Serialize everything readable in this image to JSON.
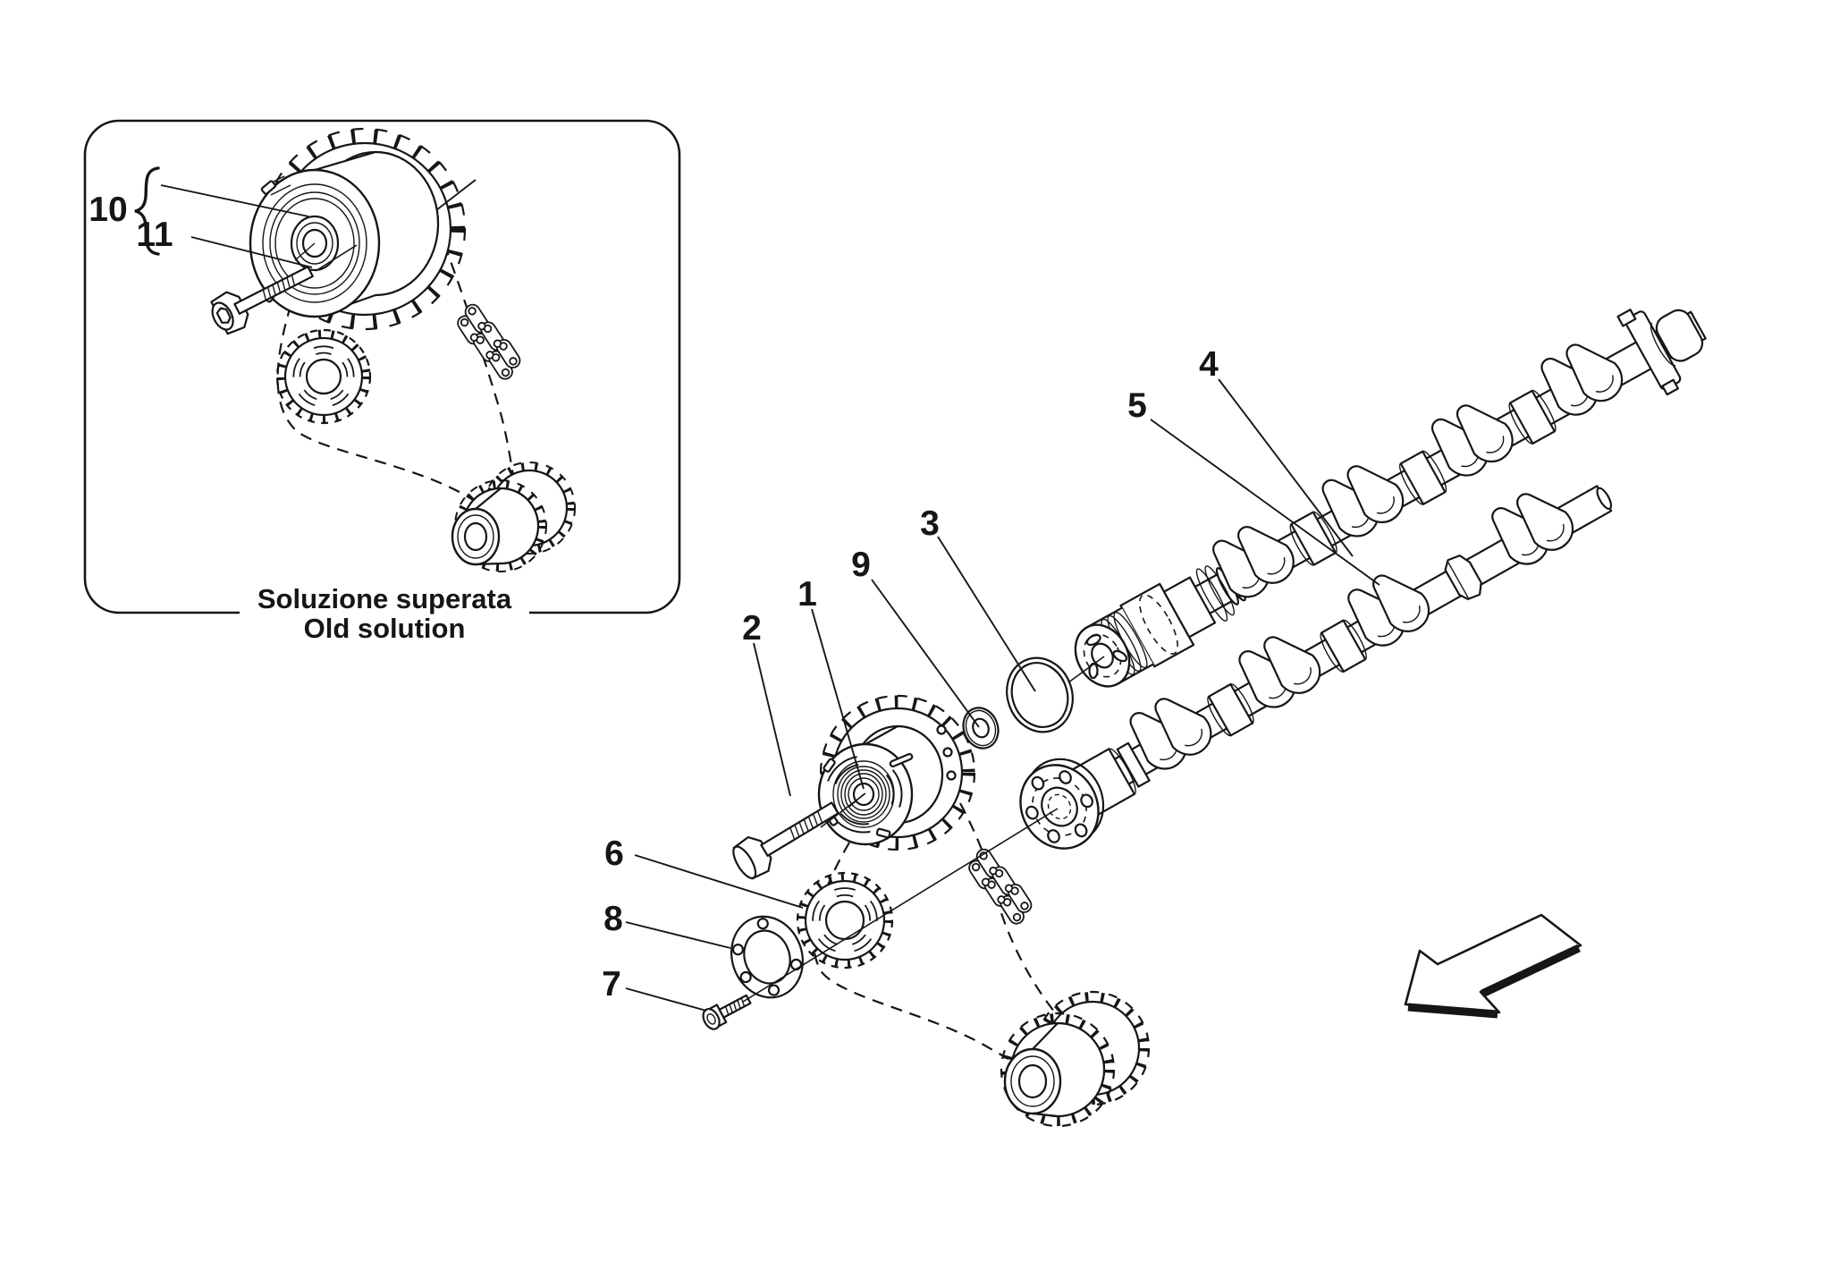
{
  "page": {
    "background": "#ffffff",
    "line_color": "#161616"
  },
  "inset": {
    "caption_line1": "Soluzione superata",
    "caption_line2": "Old solution"
  },
  "callouts": {
    "c1": "1",
    "c2": "2",
    "c3": "3",
    "c4": "4",
    "c5": "5",
    "c6": "6",
    "c7": "7",
    "c8": "8",
    "c9": "9",
    "c10": "10",
    "c11": "11"
  }
}
